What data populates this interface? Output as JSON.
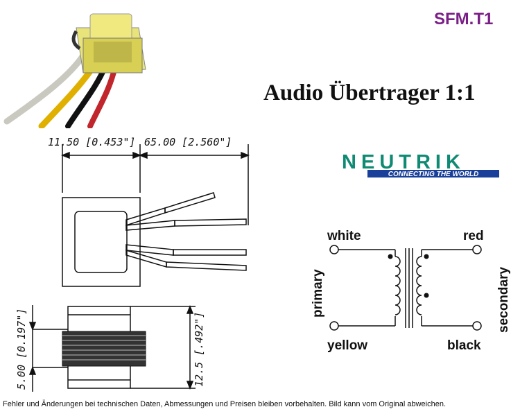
{
  "header": {
    "model": "SFM.T1",
    "title": "Audio Übertrager 1:1"
  },
  "logo": {
    "brand": "NEUTRIK",
    "tagline": "CONNECTING THE WORLD",
    "colors": {
      "brand": "#0f8a73",
      "tagline_bg": "#1a3f9a"
    }
  },
  "drawing": {
    "dim_width_core": "11.50 [0.453\"]",
    "dim_lead_length": "65.00 [2.560\"]",
    "dim_side_small": "5.00 [0.197\"]",
    "dim_side_height": "12.5 [.492\"]"
  },
  "schematic": {
    "top_left": "white",
    "top_right": "red",
    "bottom_left": "yellow",
    "bottom_right": "black",
    "left_side": "primary",
    "right_side": "secondary"
  },
  "footer": {
    "disclaimer": "Fehler und Änderungen bei technischen Daten, Abmessungen und Preisen bleiben vorbehalten. Bild kann vom Original abweichen."
  }
}
